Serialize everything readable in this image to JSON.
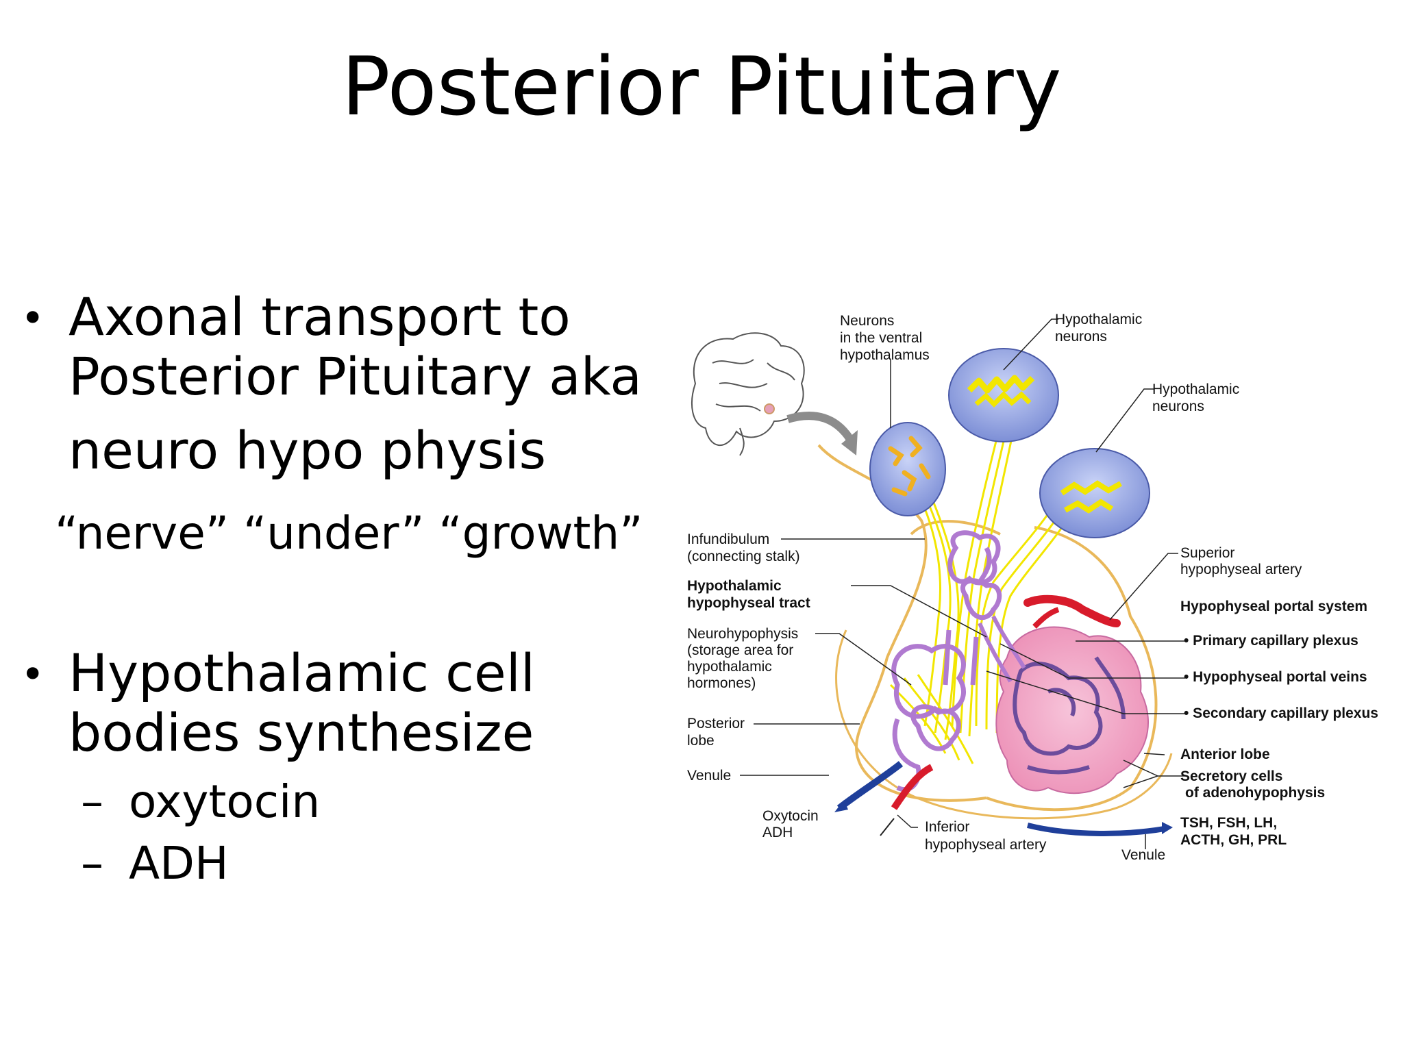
{
  "slide": {
    "title": "Posterior Pituitary",
    "bullets": [
      {
        "lines": [
          "Axonal transport to",
          "Posterior Pituitary aka",
          "neuro hypo physis"
        ],
        "note": "“nerve” “under”   “growth”"
      },
      {
        "lines": [
          "Hypothalamic cell",
          "bodies synthesize"
        ],
        "subitems": [
          "oxytocin",
          "ADH"
        ]
      }
    ],
    "bullet_glyph": "•",
    "sub_glyph": "–"
  },
  "diagram": {
    "labels": {
      "neurons_ventral": [
        "Neurons",
        "in the ventral",
        "hypothalamus"
      ],
      "hypothalamic_neurons_1": [
        "Hypothalamic",
        "neurons"
      ],
      "hypothalamic_neurons_2": [
        "Hypothalamic",
        "neurons"
      ],
      "infundibulum": [
        "Infundibulum",
        "(connecting stalk)"
      ],
      "tract": [
        "Hypothalamic",
        "hypophyseal tract"
      ],
      "neurohypophysis": [
        "Neurohypophysis",
        "(storage area for",
        "hypothalamic",
        "hormones)"
      ],
      "posterior_lobe": [
        "Posterior",
        "lobe"
      ],
      "venule_left": "Venule",
      "oxytocin_adh": [
        "Oxytocin",
        "ADH"
      ],
      "inferior_artery": [
        "Inferior",
        "hypophyseal artery"
      ],
      "venule_bottom": "Venule",
      "superior_artery": [
        "Superior",
        "hypophyseal artery"
      ],
      "portal_system": "Hypophyseal portal system",
      "primary_plexus": "• Primary capillary plexus",
      "portal_veins": "• Hypophyseal portal veins",
      "secondary_plexus": "• Secondary capillary plexus",
      "anterior_lobe": "Anterior lobe",
      "secretory_cells": [
        "Secretory cells",
        "of adenohypophysis"
      ],
      "hormones": [
        "TSH, FSH, LH,",
        "ACTH, GH, PRL"
      ]
    },
    "colors": {
      "neuron_yellow": "#f2e600",
      "cell_orange": "#f0b020",
      "bubble_blue": "#8fa0e0",
      "stalk_outline": "#e9b85a",
      "vessel_purple": "#b07ad0",
      "anterior_pink": "#f2a6c6",
      "artery_red": "#d81b2b",
      "vein_blue": "#1f3f9a"
    }
  }
}
